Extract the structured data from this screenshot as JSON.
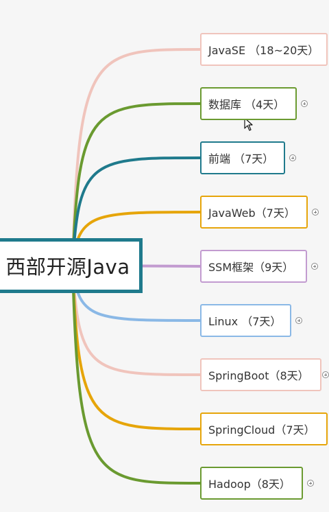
{
  "root": {
    "label": "西部开源Java",
    "color": "#1f7a8c"
  },
  "branches": [
    {
      "label": "JavaSE （18~20天）",
      "color": "#f0c4bc",
      "expandable": false
    },
    {
      "label": "数据库 （4天）",
      "color": "#6a9a30",
      "expandable": true
    },
    {
      "label": "前端 （7天）",
      "color": "#1f7a8c",
      "expandable": true
    },
    {
      "label": "JavaWeb（7天）",
      "color": "#e6a50a",
      "expandable": true
    },
    {
      "label": "SSM框架（9天）",
      "color": "#c29bd0",
      "expandable": true
    },
    {
      "label": "Linux （7天）",
      "color": "#8ab8e6",
      "expandable": true
    },
    {
      "label": "SpringBoot（8天）",
      "color": "#f0c4bc",
      "expandable": true
    },
    {
      "label": "SpringCloud（7天）",
      "color": "#e6a50a",
      "expandable": false
    },
    {
      "label": "Hadoop（8天）",
      "color": "#6a9a30",
      "expandable": true
    }
  ],
  "icons": {
    "expand": "plus-circle-icon",
    "cursor": "mouse-pointer-icon"
  }
}
